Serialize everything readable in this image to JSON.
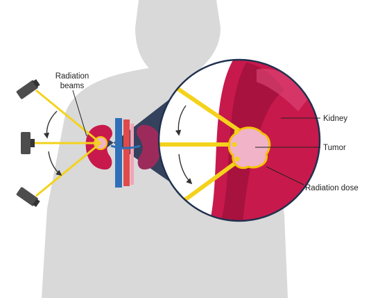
{
  "labels": {
    "beams_line1": "Radiation",
    "beams_line2": "beams",
    "kidney": "Kidney",
    "tumor": "Tumor",
    "dose": "Radiation dose"
  },
  "colors": {
    "body_silhouette": "#d9d9d9",
    "kidney_dark": "#a8123e",
    "kidney_mid": "#c8194c",
    "kidney_light": "#e0497a",
    "tumor_fill": "#f0b3c8",
    "dose_outline": "#f4c300",
    "beam": "#f4d21c",
    "spine_blue": "#2f6fb8",
    "spine_red": "#e04a4a",
    "spine_pink": "#f2a4b8",
    "zoom_cone": "#21314f",
    "machine_gray": "#4d4d4d",
    "callout_line": "#222222"
  },
  "icons": {
    "beam_source": "radiation-machine-icon",
    "rotation": "curved-arrow-icon"
  }
}
